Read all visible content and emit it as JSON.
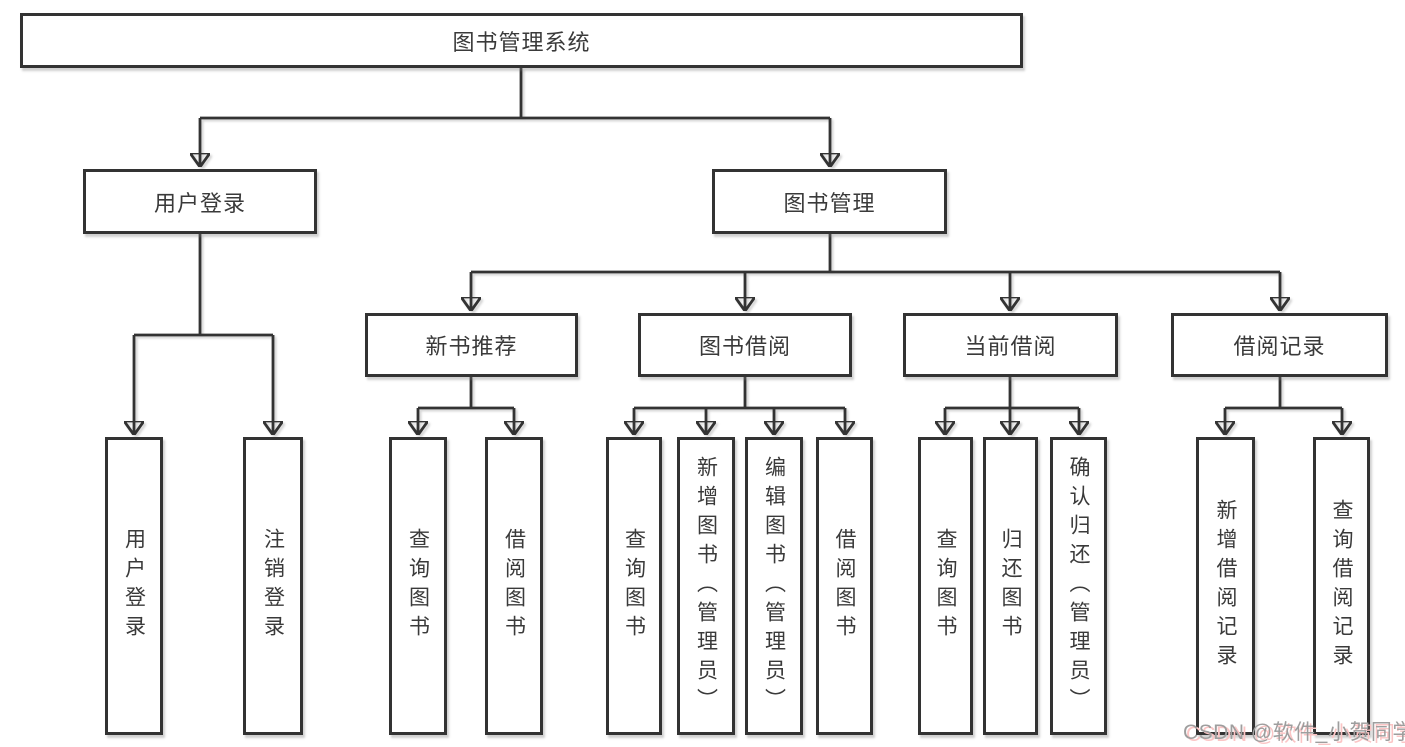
{
  "root": {
    "label": "图书管理系统"
  },
  "branch_user": {
    "label": "用户登录",
    "leaves": [
      {
        "label": "用户登录"
      },
      {
        "label": "注销登录"
      }
    ]
  },
  "branch_books": {
    "label": "图书管理",
    "groups": [
      {
        "label": "新书推荐",
        "leaves": [
          {
            "label": "查询图书"
          },
          {
            "label": "借阅图书"
          }
        ]
      },
      {
        "label": "图书借阅",
        "leaves": [
          {
            "label": "查询图书"
          },
          {
            "label": "新增图书（管理员）"
          },
          {
            "label": "编辑图书（管理员）"
          },
          {
            "label": "借阅图书"
          }
        ]
      },
      {
        "label": "当前借阅",
        "leaves": [
          {
            "label": "查询图书"
          },
          {
            "label": "归还图书"
          },
          {
            "label": "确认归还（管理员）"
          }
        ]
      },
      {
        "label": "借阅记录",
        "leaves": [
          {
            "label": "新增借阅记录"
          },
          {
            "label": "查询借阅记录"
          }
        ]
      }
    ]
  },
  "watermark": {
    "text": "CSDN @软件_小贺同学"
  },
  "colors": {
    "line": "#333333",
    "text": "#3a3a3a",
    "background": "#ffffff",
    "watermark_gray": "#9e9e9e",
    "watermark_pink": "#fbc5c5"
  }
}
